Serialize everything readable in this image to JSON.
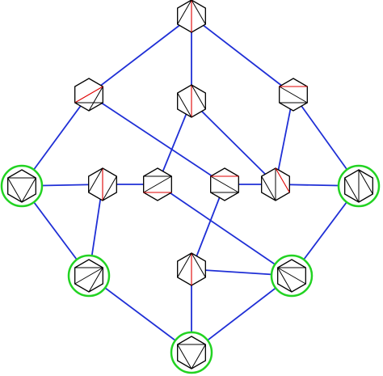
{
  "colors": {
    "background": "#ffffff",
    "edge": "#1f2fd6",
    "hexagon_outline": "#000000",
    "diagonal": "#000000",
    "flipped_diagonal": "#e00000",
    "highlight_ring": "#22d322"
  },
  "nodes": [
    {
      "id": "n1",
      "highlighted": false,
      "diagonals": [
        [
          0,
          2,
          false
        ],
        [
          0,
          3,
          true
        ],
        [
          0,
          4,
          false
        ]
      ]
    },
    {
      "id": "n2",
      "highlighted": false,
      "diagonals": [
        [
          1,
          3,
          false
        ],
        [
          1,
          4,
          true
        ],
        [
          4,
          2,
          false
        ]
      ]
    },
    {
      "id": "n3",
      "highlighted": false,
      "diagonals": [
        [
          0,
          3,
          true
        ],
        [
          0,
          2,
          false
        ],
        [
          3,
          5,
          false
        ]
      ]
    },
    {
      "id": "n4",
      "highlighted": false,
      "diagonals": [
        [
          5,
          2,
          false
        ],
        [
          5,
          1,
          true
        ],
        [
          2,
          4,
          false
        ]
      ]
    },
    {
      "id": "n5",
      "highlighted": true,
      "diagonals": [
        [
          1,
          5,
          false
        ],
        [
          1,
          3,
          false
        ],
        [
          3,
          5,
          false
        ]
      ]
    },
    {
      "id": "n6",
      "highlighted": false,
      "diagonals": [
        [
          0,
          3,
          true
        ],
        [
          0,
          4,
          false
        ],
        [
          3,
          1,
          false
        ]
      ]
    },
    {
      "id": "n7",
      "highlighted": false,
      "diagonals": [
        [
          1,
          4,
          false
        ],
        [
          2,
          4,
          true
        ],
        [
          1,
          5,
          false
        ]
      ]
    },
    {
      "id": "n8",
      "highlighted": false,
      "diagonals": [
        [
          2,
          5,
          false
        ],
        [
          5,
          1,
          true
        ],
        [
          2,
          4,
          false
        ]
      ]
    },
    {
      "id": "n9",
      "highlighted": false,
      "diagonals": [
        [
          0,
          3,
          false
        ],
        [
          0,
          2,
          true
        ],
        [
          3,
          5,
          false
        ]
      ]
    },
    {
      "id": "n10",
      "highlighted": true,
      "diagonals": [
        [
          0,
          2,
          false
        ],
        [
          0,
          3,
          false
        ],
        [
          3,
          5,
          false
        ]
      ]
    },
    {
      "id": "n11",
      "highlighted": true,
      "diagonals": [
        [
          1,
          3,
          false
        ],
        [
          1,
          4,
          false
        ],
        [
          1,
          5,
          false
        ]
      ]
    },
    {
      "id": "n12",
      "highlighted": false,
      "diagonals": [
        [
          0,
          2,
          false
        ],
        [
          0,
          3,
          true
        ],
        [
          0,
          4,
          false
        ]
      ]
    },
    {
      "id": "n13",
      "highlighted": true,
      "diagonals": [
        [
          5,
          1,
          false
        ],
        [
          5,
          2,
          false
        ],
        [
          5,
          3,
          false
        ]
      ]
    },
    {
      "id": "n14",
      "highlighted": true,
      "diagonals": [
        [
          1,
          3,
          false
        ],
        [
          1,
          5,
          false
        ],
        [
          3,
          5,
          false
        ]
      ]
    }
  ],
  "edges": [
    [
      "n1",
      "n2"
    ],
    [
      "n1",
      "n3"
    ],
    [
      "n1",
      "n4"
    ],
    [
      "n2",
      "n5"
    ],
    [
      "n2",
      "n8"
    ],
    [
      "n3",
      "n7"
    ],
    [
      "n3",
      "n9"
    ],
    [
      "n4",
      "n10"
    ],
    [
      "n4",
      "n9"
    ],
    [
      "n5",
      "n6"
    ],
    [
      "n5",
      "n11"
    ],
    [
      "n6",
      "n7"
    ],
    [
      "n6",
      "n11"
    ],
    [
      "n7",
      "n13"
    ],
    [
      "n8",
      "n9"
    ],
    [
      "n8",
      "n12"
    ],
    [
      "n9",
      "n10"
    ],
    [
      "n10",
      "n13"
    ],
    [
      "n11",
      "n14"
    ],
    [
      "n12",
      "n14"
    ],
    [
      "n13",
      "n14"
    ],
    [
      "n12",
      "n13"
    ]
  ]
}
